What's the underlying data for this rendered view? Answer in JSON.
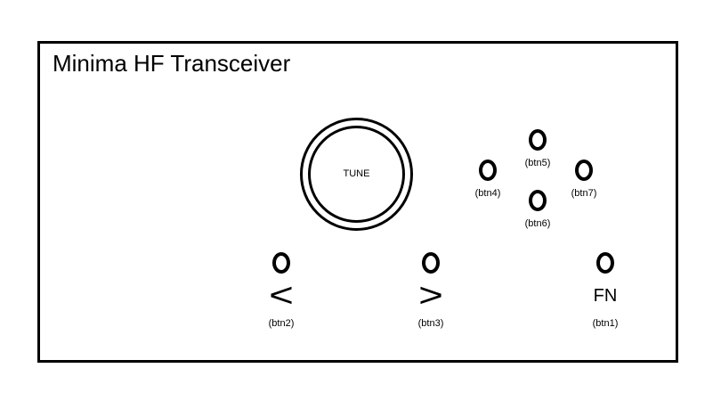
{
  "panel": {
    "title": "Minima HF Transceiver"
  },
  "knob": {
    "label": "TUNE"
  },
  "buttons": {
    "btn5": {
      "caption": "(btn5)"
    },
    "btn4": {
      "caption": "(btn4)"
    },
    "btn7": {
      "caption": "(btn7)"
    },
    "btn6": {
      "caption": "(btn6)"
    },
    "btn2": {
      "symbol": "<",
      "caption": "(btn2)"
    },
    "btn3": {
      "symbol": ">",
      "caption": "(btn3)"
    },
    "btn1": {
      "symbol": "FN",
      "caption": "(btn1)"
    }
  },
  "colors": {
    "outline": "#000000",
    "background": "#ffffff"
  }
}
